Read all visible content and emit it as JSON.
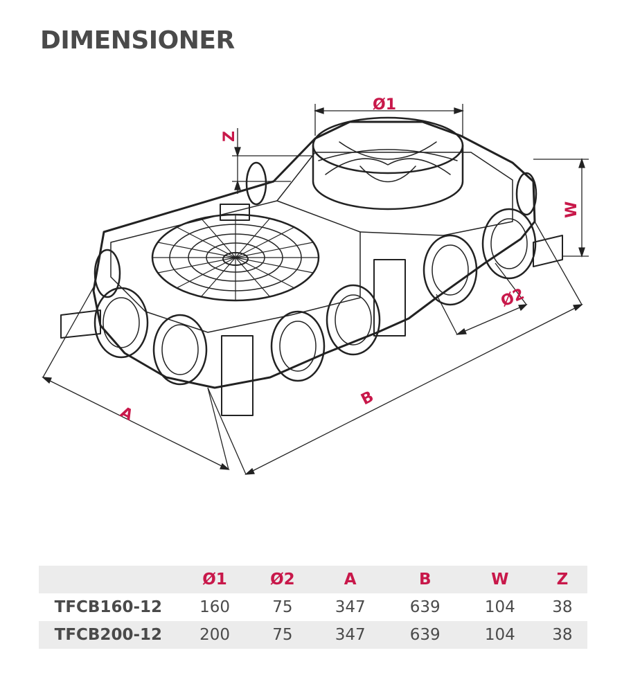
{
  "heading": "DIMENSIONER",
  "diagram": {
    "labels": {
      "d1": "Ø1",
      "d2": "Ø2",
      "a": "A",
      "b": "B",
      "w": "W",
      "z": "Z"
    }
  },
  "table": {
    "columns": [
      "Ø1",
      "Ø2",
      "A",
      "B",
      "W",
      "Z"
    ],
    "rows": [
      {
        "model": "TFCB160-12",
        "values": [
          "160",
          "75",
          "347",
          "639",
          "104",
          "38"
        ]
      },
      {
        "model": "TFCB200-12",
        "values": [
          "200",
          "75",
          "347",
          "639",
          "104",
          "38"
        ]
      }
    ]
  },
  "colors": {
    "accent": "#c8184a",
    "text": "#4a4a4a",
    "row_shade": "#ececec"
  }
}
